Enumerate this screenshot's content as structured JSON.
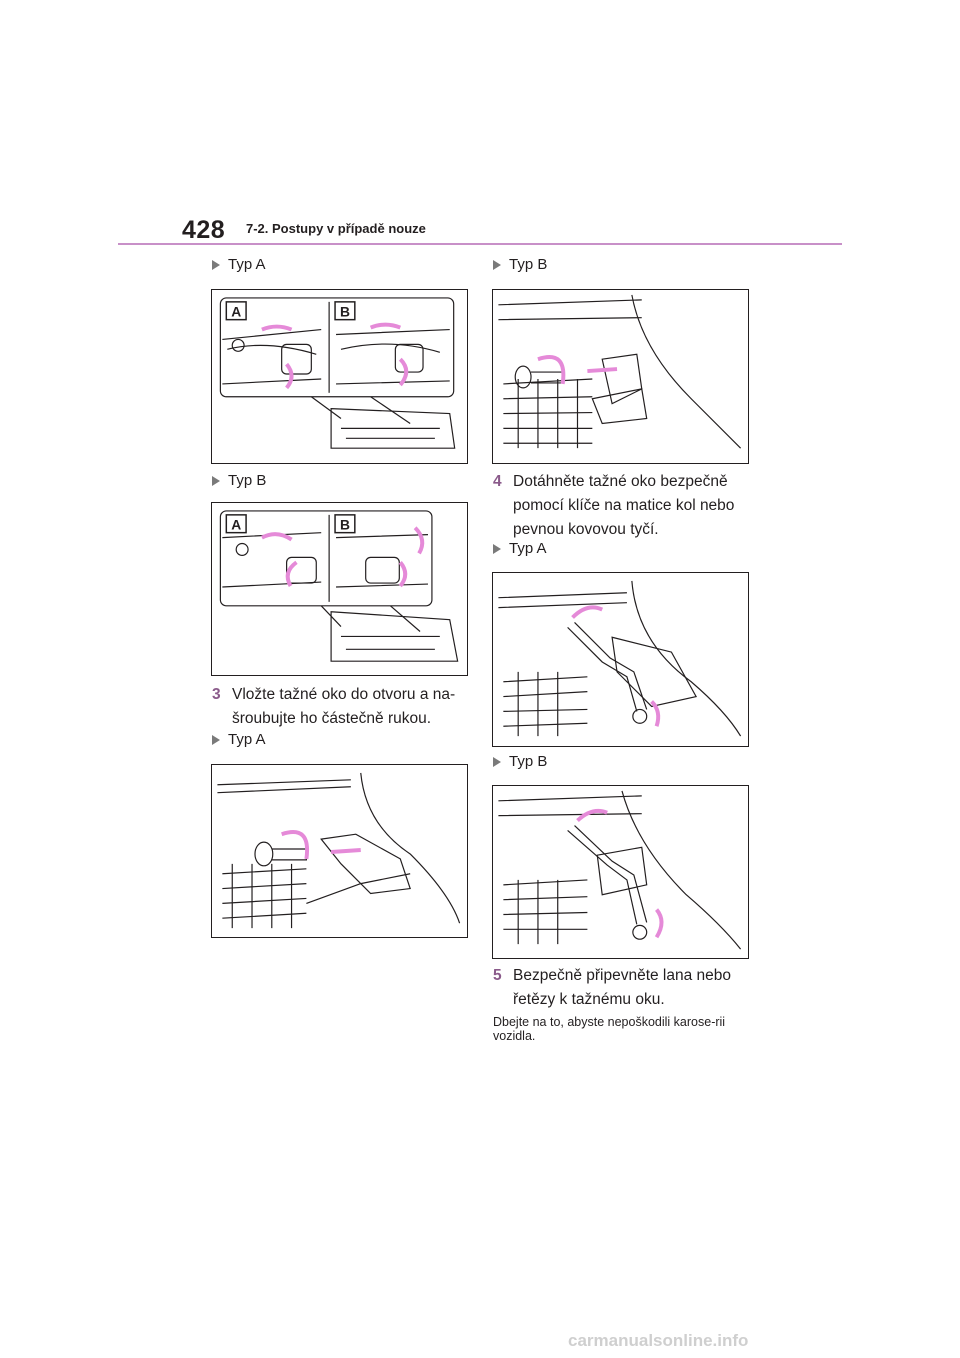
{
  "header": {
    "page_number": "428",
    "section_title": "7-2. Postupy v případě nouze"
  },
  "left": {
    "sub1": "Typ A",
    "sub2": "Typ B",
    "step3": {
      "num": "3",
      "line1": "Vložte tažné oko do otvoru a na-",
      "line2": "šroubujte ho částečně rukou."
    },
    "sub3": "Typ A"
  },
  "right": {
    "sub1": "Typ B",
    "step4": {
      "num": "4",
      "line1": "Dotáhněte tažné oko bezpečně",
      "line2": "pomocí klíče na matice kol nebo",
      "line3": "pevnou kovovou tyčí."
    },
    "sub2": "Typ A",
    "sub3": "Typ B",
    "step5": {
      "num": "5",
      "line1": "Bezpečně připevněte lana nebo",
      "line2": "řetězy k tažnému oku."
    },
    "note": "Dbejte na to, abyste nepoškodili karose-rii vozidla."
  },
  "figure_labels": {
    "a": "A",
    "b": "B"
  },
  "colors": {
    "accent_rule": "#c890c8",
    "arrow": "#e58ad8",
    "step_number": "#8a5a8a"
  },
  "footer": "carmanualsonline.info"
}
